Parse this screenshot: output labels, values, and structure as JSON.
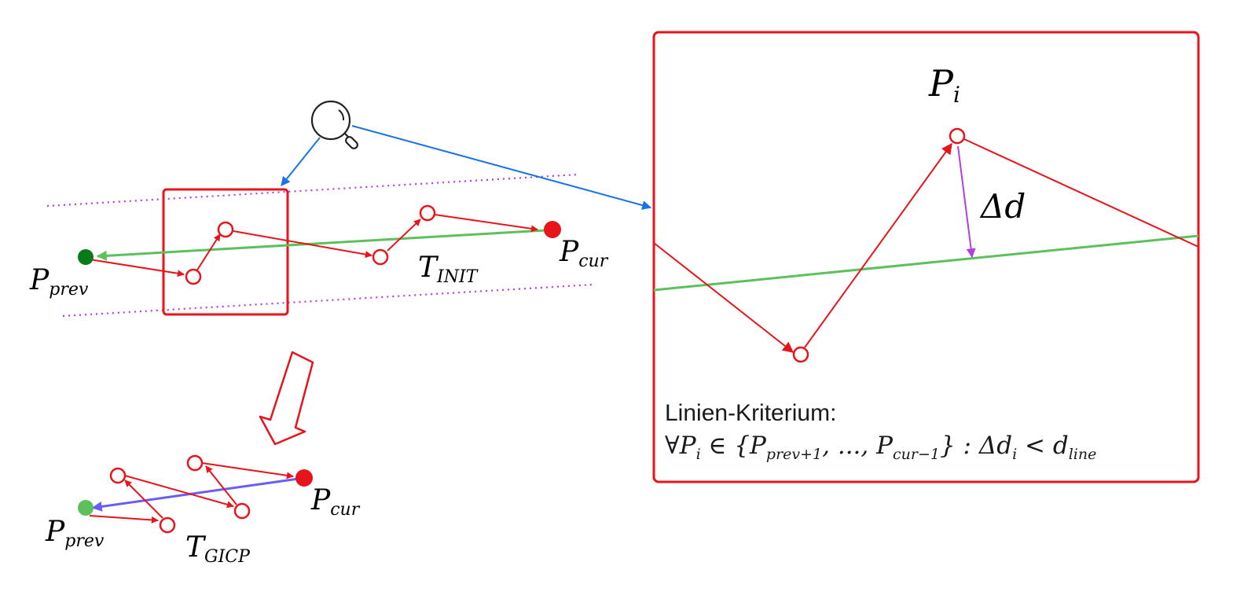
{
  "colors": {
    "red": "#e8141b",
    "green": "#5cc15c",
    "dark_green": "#0b7a1a",
    "blue": "#1a73e8",
    "violet": "#6b5cf6",
    "magenta": "#b43de6"
  },
  "icons": {
    "magnifier": "magnifier-icon",
    "hollow_arrow": "down-arrow-icon"
  },
  "labels": {
    "p_prev_top": {
      "base": "P",
      "sub": "prev"
    },
    "p_cur_top": {
      "base": "P",
      "sub": "cur"
    },
    "t_init": {
      "base": "T",
      "sub": "INIT"
    },
    "p_prev_bottom": {
      "base": "P",
      "sub": "prev"
    },
    "p_cur_bottom": {
      "base": "P",
      "sub": "cur"
    },
    "t_gicp": {
      "base": "T",
      "sub": "GICP"
    },
    "p_i": {
      "base": "P",
      "sub": "i"
    },
    "delta_d": "Δd"
  },
  "criterion": {
    "title": "Linien-Kriterium:",
    "forall": "∀",
    "p": "P",
    "i": "i",
    "in": " ∈ {",
    "p_prev1_sub": "prev+1",
    "dots": ", ..., ",
    "p_cur1_sub": "cur−1",
    "close": "} : Δ",
    "d": "d",
    "lt": " < ",
    "line_sub": "line"
  }
}
